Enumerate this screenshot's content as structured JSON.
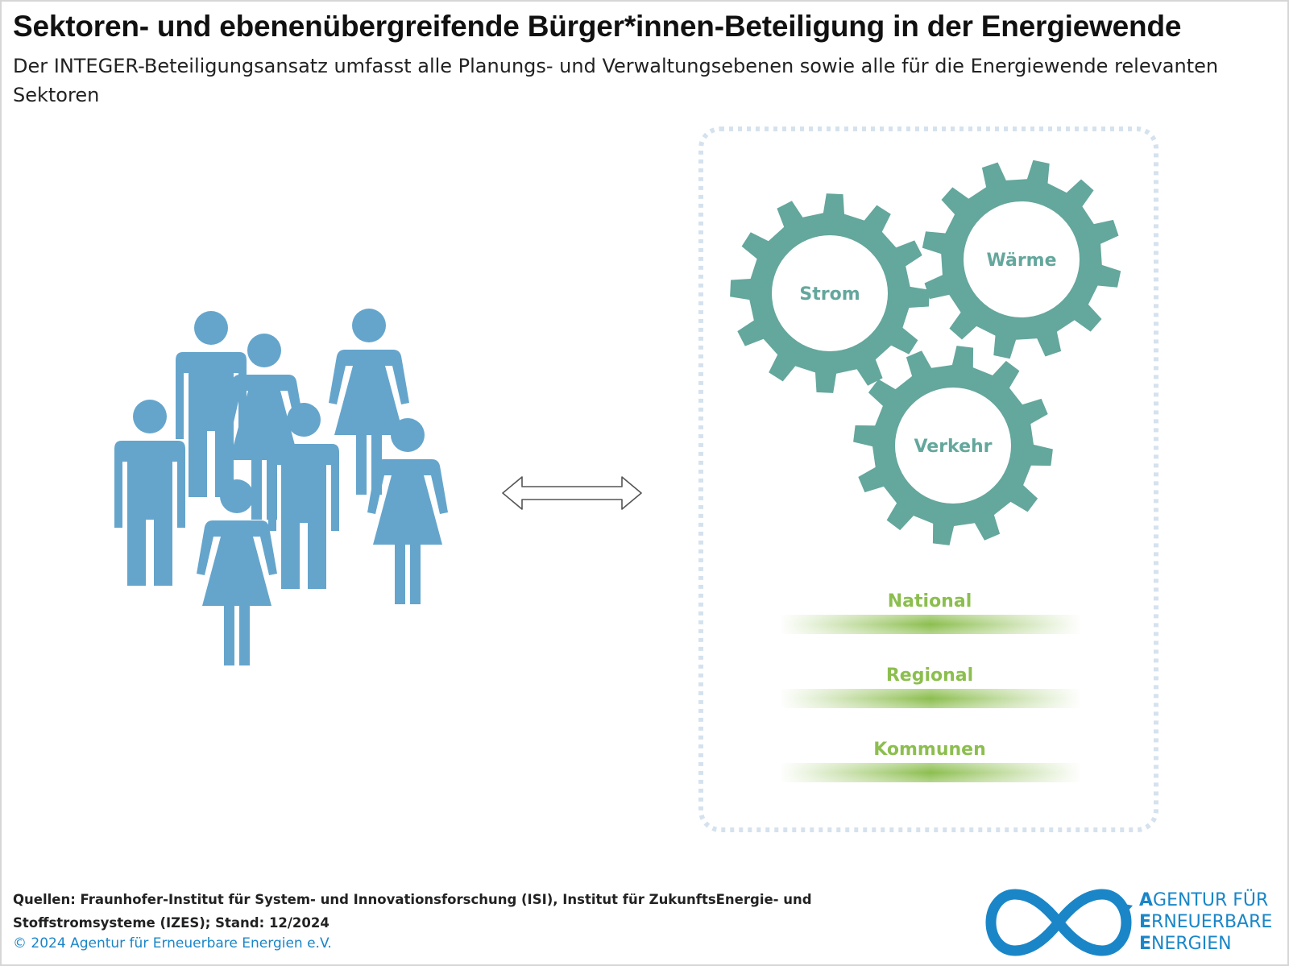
{
  "header": {
    "title": "Sektoren- und ebenenübergreifende Bürger*innen-Beteiligung in der Energiewende",
    "subtitle": "Der INTEGER-Beteiligungsansatz umfasst alle Planungs- und Verwaltungsebenen sowie alle für die Energiewende relevanten Sektoren"
  },
  "sectors": [
    {
      "label": "Strom"
    },
    {
      "label": "Wärme"
    },
    {
      "label": "Verkehr"
    }
  ],
  "levels": [
    {
      "label": "National"
    },
    {
      "label": "Regional"
    },
    {
      "label": "Kommunen"
    }
  ],
  "footer": {
    "sources_line1": "Quellen: Fraunhofer-Institut für System- und Innovationsforschung (ISI), Institut für ZukunftsEnergie- und",
    "sources_line2": "Stoffstromsysteme (IZES); Stand: 12/2024",
    "copyright": "© 2024 Agentur für Erneuerbare Energien e.V."
  },
  "logo": {
    "line1_initial": "A",
    "line1_rest": "GENTUR FÜR",
    "line2_initial": "E",
    "line2_rest": "RNEUERBARE",
    "line3_initial": "E",
    "line3_rest": "NERGIEN"
  },
  "colors": {
    "people": "#65a5cc",
    "gears": "#64a79c",
    "levels": "#8cbe4f",
    "logo": "#1a86c8",
    "frame_dots": "#d5e2ee"
  }
}
